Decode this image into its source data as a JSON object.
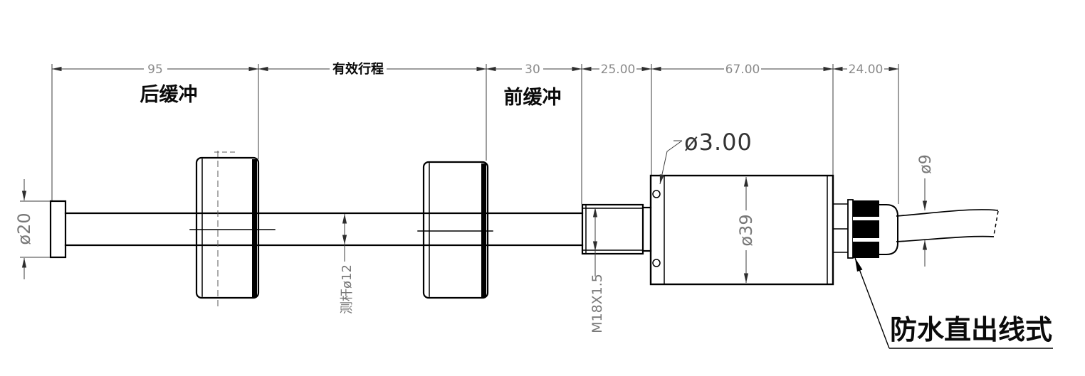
{
  "drawing_type": "sensor-outline-drawing",
  "dims": {
    "rear_buffer_len": "95",
    "effective_stroke": "有效行程",
    "front_buffer_len": "30",
    "nut_section_len": "25.00",
    "body_len": "67.00",
    "gland_len": "24.00",
    "cap_dia": "ø20",
    "rod_dia": "测杆ø12",
    "thread_spec": "M18X1.5",
    "hole_dia": "ø3.00",
    "body_dia": "ø39",
    "cable_dia": "ø9"
  },
  "labels": {
    "rear_buffer": "后缓冲",
    "front_buffer": "前缓冲",
    "cable_type": "防水直出线式"
  },
  "colors": {
    "line": "#000000",
    "dim_line": "#3c3c3c",
    "dim_text": "#8a8a8a",
    "label_text": "#0a0a0a",
    "background": "#ffffff"
  }
}
